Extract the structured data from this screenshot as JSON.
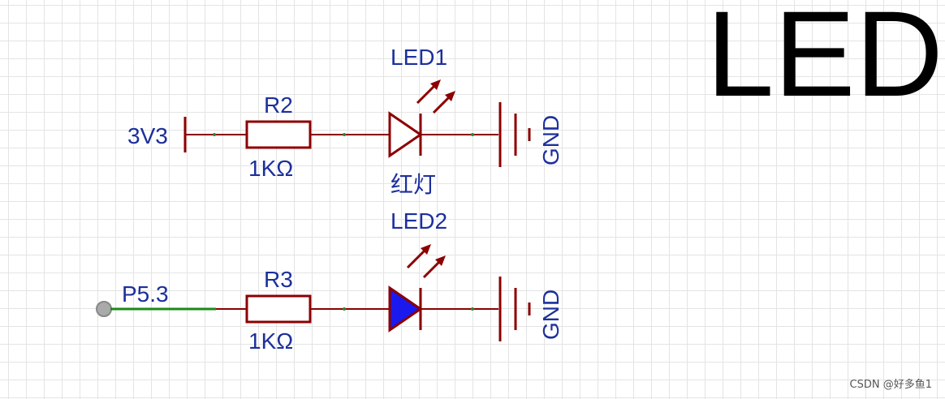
{
  "title": "LED",
  "watermark": "CSDN @好多鱼1",
  "colors": {
    "wire": "#8b0000",
    "label": "#1c2f9c",
    "net_wire": "#1a8a1a",
    "led_fill": "#1a1aee",
    "title": "#000000",
    "grid": "#e4e4e4"
  },
  "circuits": [
    {
      "source_label": "3V3",
      "resistor": {
        "ref": "R2",
        "value": "1KΩ"
      },
      "led": {
        "ref": "LED1",
        "desc": "红灯",
        "filled": false
      },
      "ground_label": "GND"
    },
    {
      "source_label": "P5.3",
      "resistor": {
        "ref": "R3",
        "value": "1KΩ"
      },
      "led": {
        "ref": "LED2",
        "desc": "",
        "filled": true
      },
      "ground_label": "GND"
    }
  ]
}
